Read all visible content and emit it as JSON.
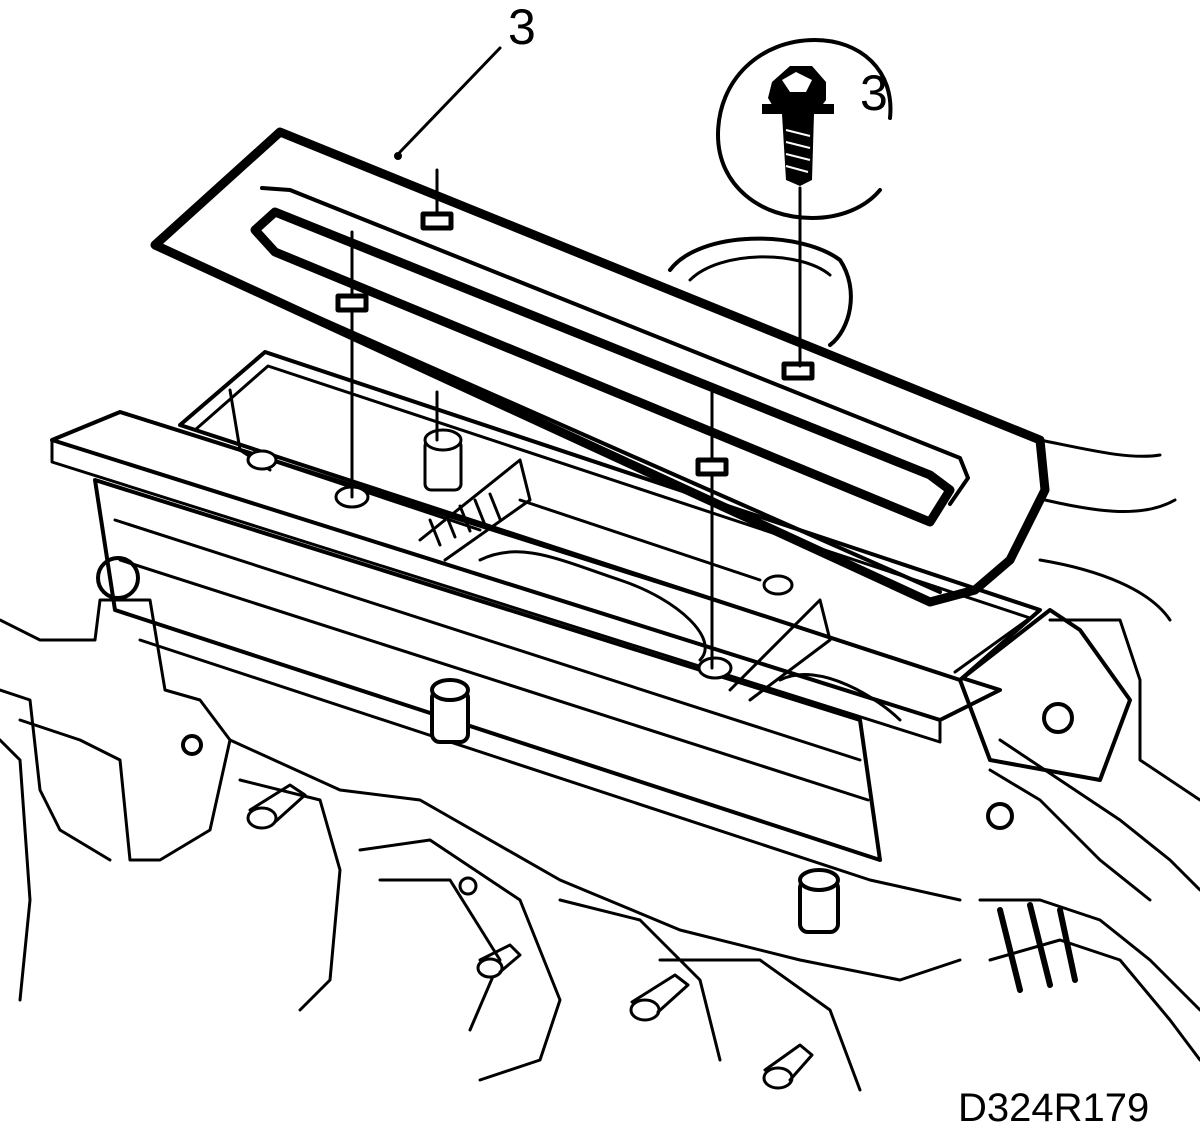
{
  "callouts": {
    "gasket_label": "3",
    "bolt_label": "3"
  },
  "figure_code": "D324R179",
  "icons": [
    "bolt-icon",
    "gasket-outline"
  ],
  "colors": {
    "ink": "#000000",
    "paper": "#ffffff"
  }
}
